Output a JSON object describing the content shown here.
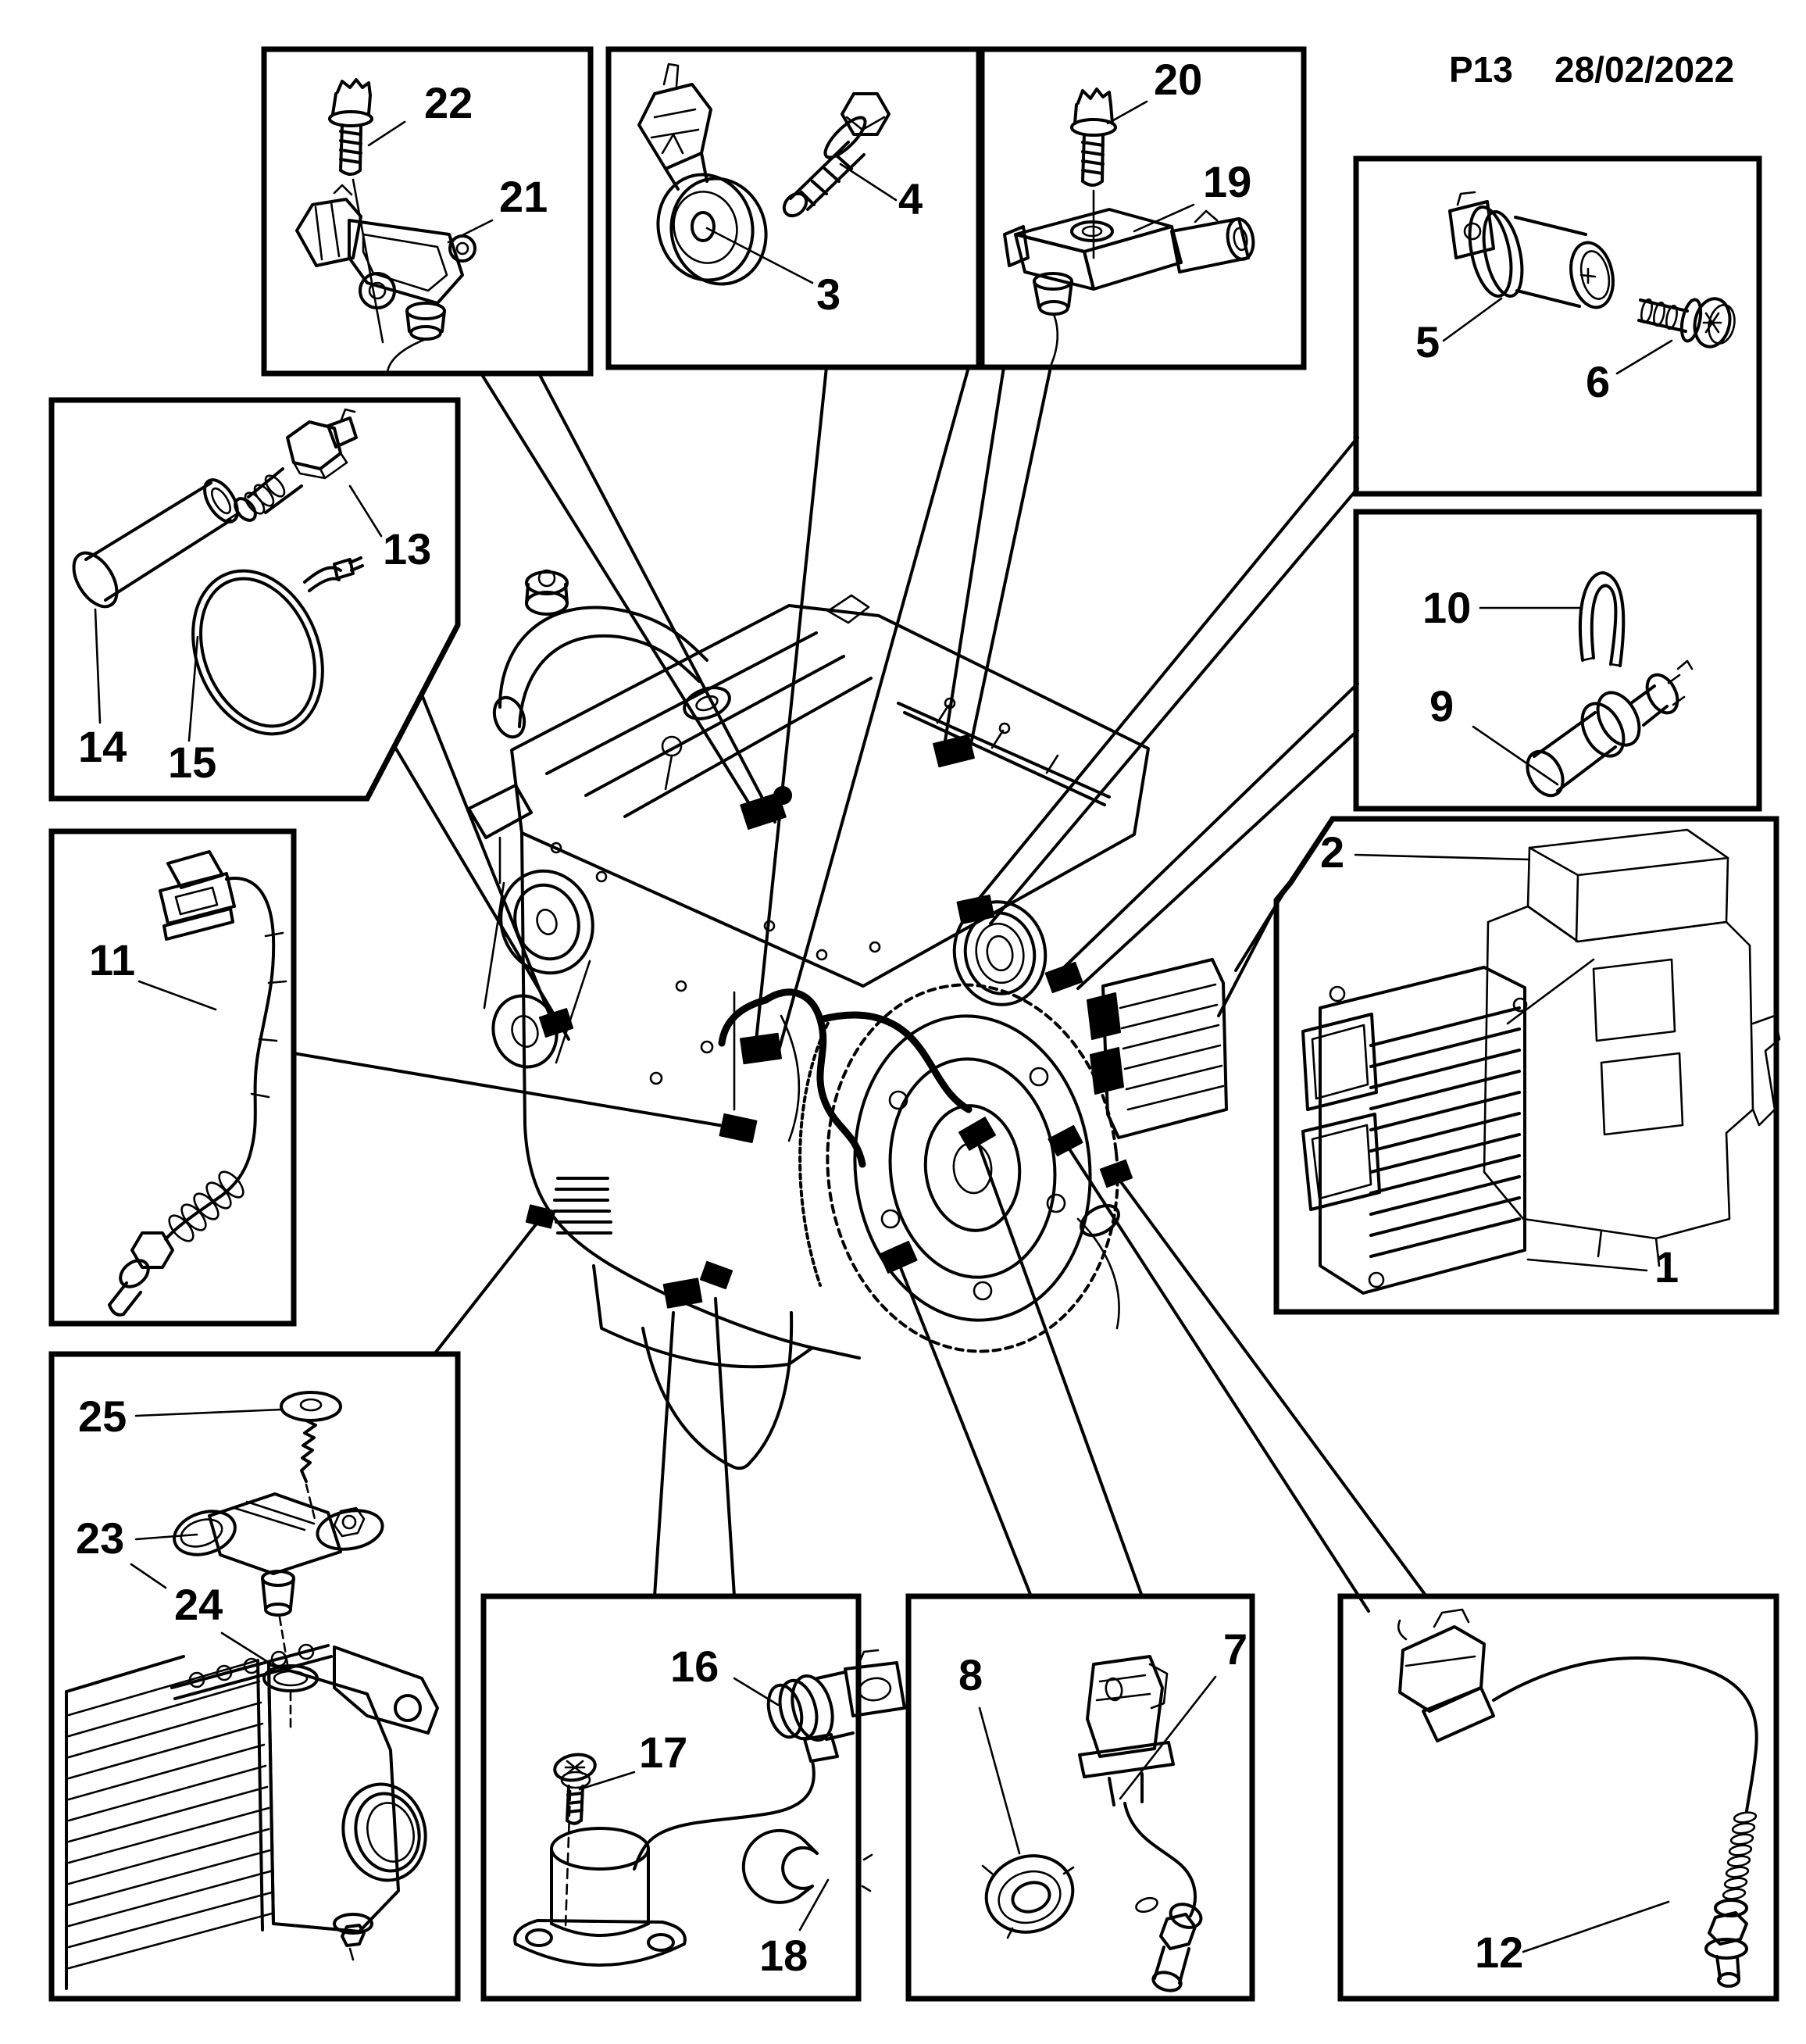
{
  "header": {
    "page_code": "P13",
    "date": "28/02/2022"
  },
  "callouts": {
    "1": "1",
    "2": "2",
    "3": "3",
    "4": "4",
    "5": "5",
    "6": "6",
    "7": "7",
    "8": "8",
    "9": "9",
    "10": "10",
    "11": "11",
    "12": "12",
    "13": "13",
    "14": "14",
    "15": "15",
    "16": "16",
    "17": "17",
    "18": "18",
    "19": "19",
    "20": "20",
    "21": "21",
    "22": "22",
    "23": "23",
    "24": "24",
    "25": "25"
  }
}
